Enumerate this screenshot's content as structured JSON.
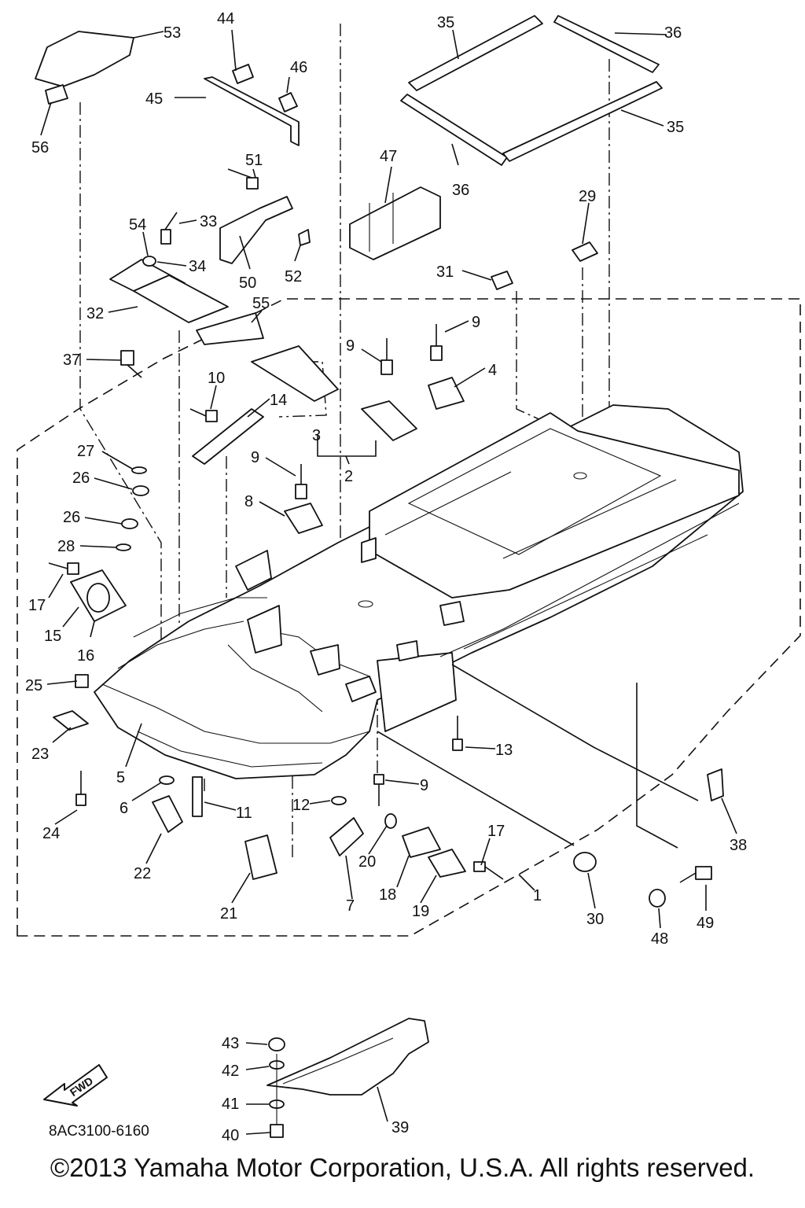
{
  "diagram_code": "8AC3100-6160",
  "copyright": "©2013 Yamaha Motor Corporation, U.S.A. All rights reserved.",
  "fwd_label": "FWD",
  "callouts": [
    {
      "label": "53"
    },
    {
      "label": "44"
    },
    {
      "label": "46"
    },
    {
      "label": "45"
    },
    {
      "label": "56"
    },
    {
      "label": "35"
    },
    {
      "label": "36"
    },
    {
      "label": "36"
    },
    {
      "label": "35"
    },
    {
      "label": "47"
    },
    {
      "label": "51"
    },
    {
      "label": "33"
    },
    {
      "label": "54"
    },
    {
      "label": "34"
    },
    {
      "label": "50"
    },
    {
      "label": "52"
    },
    {
      "label": "29"
    },
    {
      "label": "31"
    },
    {
      "label": "32"
    },
    {
      "label": "55"
    },
    {
      "label": "37"
    },
    {
      "label": "9"
    },
    {
      "label": "9"
    },
    {
      "label": "4"
    },
    {
      "label": "10"
    },
    {
      "label": "14"
    },
    {
      "label": "3"
    },
    {
      "label": "2"
    },
    {
      "label": "27"
    },
    {
      "label": "26"
    },
    {
      "label": "9"
    },
    {
      "label": "8"
    },
    {
      "label": "26"
    },
    {
      "label": "28"
    },
    {
      "label": "17"
    },
    {
      "label": "15"
    },
    {
      "label": "16"
    },
    {
      "label": "25"
    },
    {
      "label": "23"
    },
    {
      "label": "13"
    },
    {
      "label": "5"
    },
    {
      "label": "9"
    },
    {
      "label": "24"
    },
    {
      "label": "6"
    },
    {
      "label": "11"
    },
    {
      "label": "12"
    },
    {
      "label": "17"
    },
    {
      "label": "22"
    },
    {
      "label": "20"
    },
    {
      "label": "38"
    },
    {
      "label": "18"
    },
    {
      "label": "1"
    },
    {
      "label": "30"
    },
    {
      "label": "49"
    },
    {
      "label": "21"
    },
    {
      "label": "7"
    },
    {
      "label": "19"
    },
    {
      "label": "48"
    },
    {
      "label": "43"
    },
    {
      "label": "42"
    },
    {
      "label": "41"
    },
    {
      "label": "39"
    },
    {
      "label": "40"
    }
  ]
}
